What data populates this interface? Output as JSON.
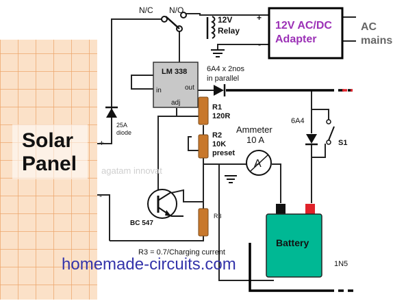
{
  "diagram": {
    "solar_panel": {
      "line1": "Solar",
      "line2": "Panel",
      "plus": "+",
      "minus": "-"
    },
    "relay": {
      "nc": "N/C",
      "no": "N/O",
      "voltage": "12V",
      "name": "Relay"
    },
    "adapter": {
      "line1": "12V AC/DC",
      "line2": "Adapter",
      "plus": "+",
      "minus": "-"
    },
    "ac_mains": {
      "line1": "AC",
      "line2": "mains"
    },
    "regulator": {
      "name": "LM 338",
      "pin_in": "in",
      "pin_out": "out",
      "pin_adj": "adj"
    },
    "output_diode": {
      "line1": "6A4 x 2nos",
      "line2": "in parallel"
    },
    "r1": {
      "name": "R1",
      "value": "120R"
    },
    "r2": {
      "name": "R2",
      "value": "10K",
      "note": "preset"
    },
    "r3": {
      "name": "R3"
    },
    "input_diode": {
      "value": "25A",
      "name": "diode"
    },
    "ammeter": {
      "name": "Ammeter",
      "value": "10 A",
      "symbol": "A"
    },
    "switch_diode": {
      "name": "6A4"
    },
    "switch": {
      "name": "S1"
    },
    "transistor": {
      "name": "BC 547"
    },
    "formula": "R3 = 0.7/Charging current",
    "battery": {
      "name": "Battery"
    },
    "corner_label": "1N5",
    "watermark": "agatam innovat",
    "website": "homemade-circuits.com",
    "colors": {
      "adapter_text": "#9b30b6",
      "website": "#3333aa",
      "battery": "#00b894",
      "resistor": "#c8782c",
      "panel_grid": "#e8a66b"
    }
  }
}
